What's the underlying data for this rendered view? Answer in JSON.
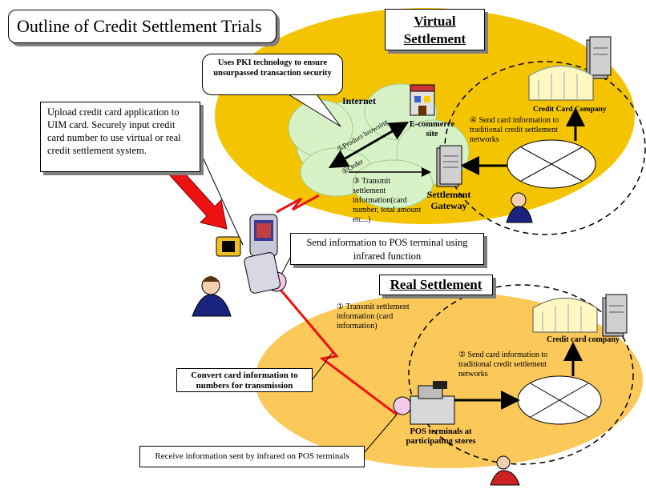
{
  "title": "Outline of Credit Settlement Trials",
  "virtual_settlement": {
    "line1": "Virtual",
    "line2": "Settlement"
  },
  "real_settlement": "Real Settlement",
  "pki_callout": "Uses PKI technology to ensure unsurpassed transaction security",
  "internet_label": "Internet",
  "ecommerce_label": "E-commerce site",
  "settlement_gateway_label": "Settlement Gateway",
  "credit_card_company_virtual": "Credit Card Company",
  "credit_card_company_real": "Credit card company",
  "virtual_step4": "④ Send card information to traditional credit settlement networks",
  "virtual_step3": "③ Transmit settlement information(card number, total amount etc...)",
  "virtual_step1": "①Product browsing",
  "virtual_step2": "②Order",
  "uim_box": "Upload credit card application to UIM card. Securely input credit card number to use virtual or real credit settlement system.",
  "pos_send_box": "Send information to POS terminal using infrared function",
  "real_step1": "① Transmit settlement information (card information)",
  "real_step2": "② Send card information to traditional credit settlement networks",
  "convert_box": "Convert card information to numbers for transmission",
  "pos_terminal_label": "POS terminals at participating stores",
  "receive_box": "Receive information sent by infrared on POS terminals",
  "colors": {
    "ellipse_yellow": "#f5c400",
    "ellipse_real": "#fbc85a",
    "cloud": "#d8f2c8",
    "arrow_red": "#ee1111"
  }
}
